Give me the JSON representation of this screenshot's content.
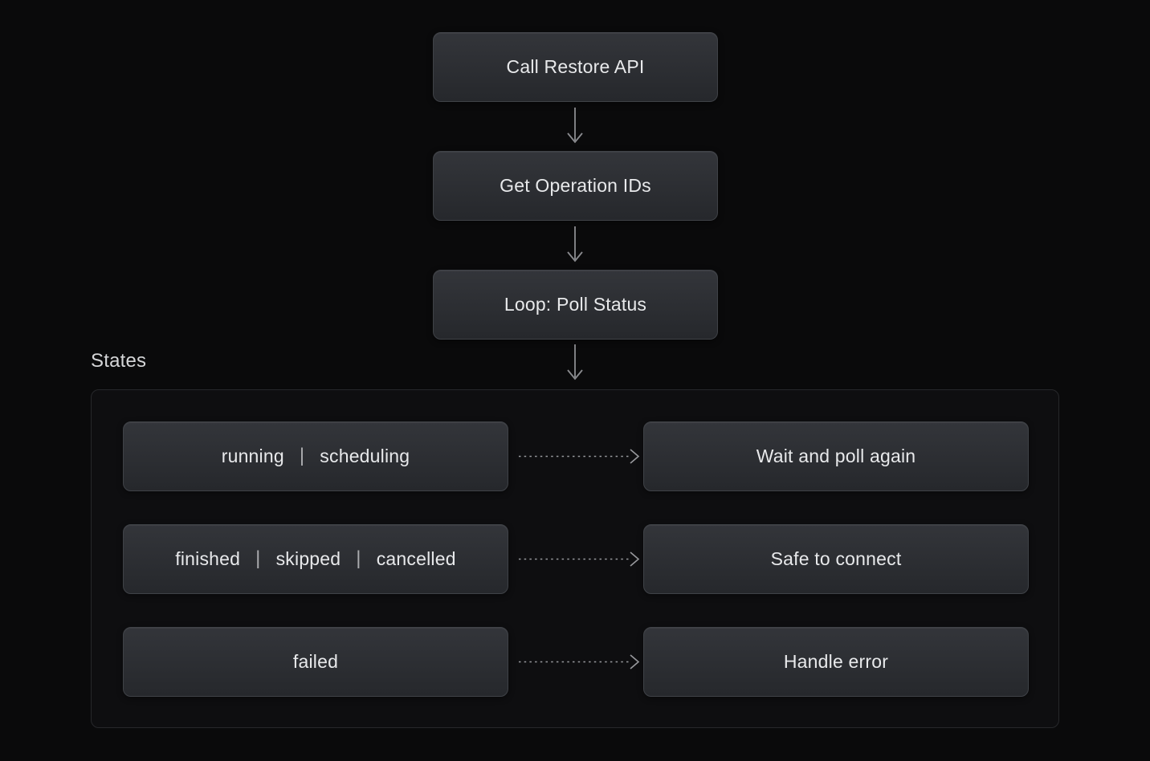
{
  "colors": {
    "page_background": "#0a0a0b",
    "node_gradient_top": "#33353a",
    "node_gradient_bottom": "#26282c",
    "node_border": "#3f4247",
    "node_text": "#e8e9eb",
    "container_border": "#27282b",
    "container_background": "#0e0e10",
    "arrow": "#8b8c90",
    "section_title": "#d5d6d8",
    "separator": "#aaabae"
  },
  "flow": {
    "nodes": [
      {
        "label": "Call Restore API"
      },
      {
        "label": "Get Operation IDs"
      },
      {
        "label": "Loop: Poll Status"
      }
    ]
  },
  "states_section": {
    "title": "States",
    "separator": "|",
    "rows": [
      {
        "states": [
          "running",
          "scheduling"
        ],
        "outcome": "Wait and poll again"
      },
      {
        "states": [
          "finished",
          "skipped",
          "cancelled"
        ],
        "outcome": "Safe to connect"
      },
      {
        "states": [
          "failed"
        ],
        "outcome": "Handle error"
      }
    ]
  }
}
